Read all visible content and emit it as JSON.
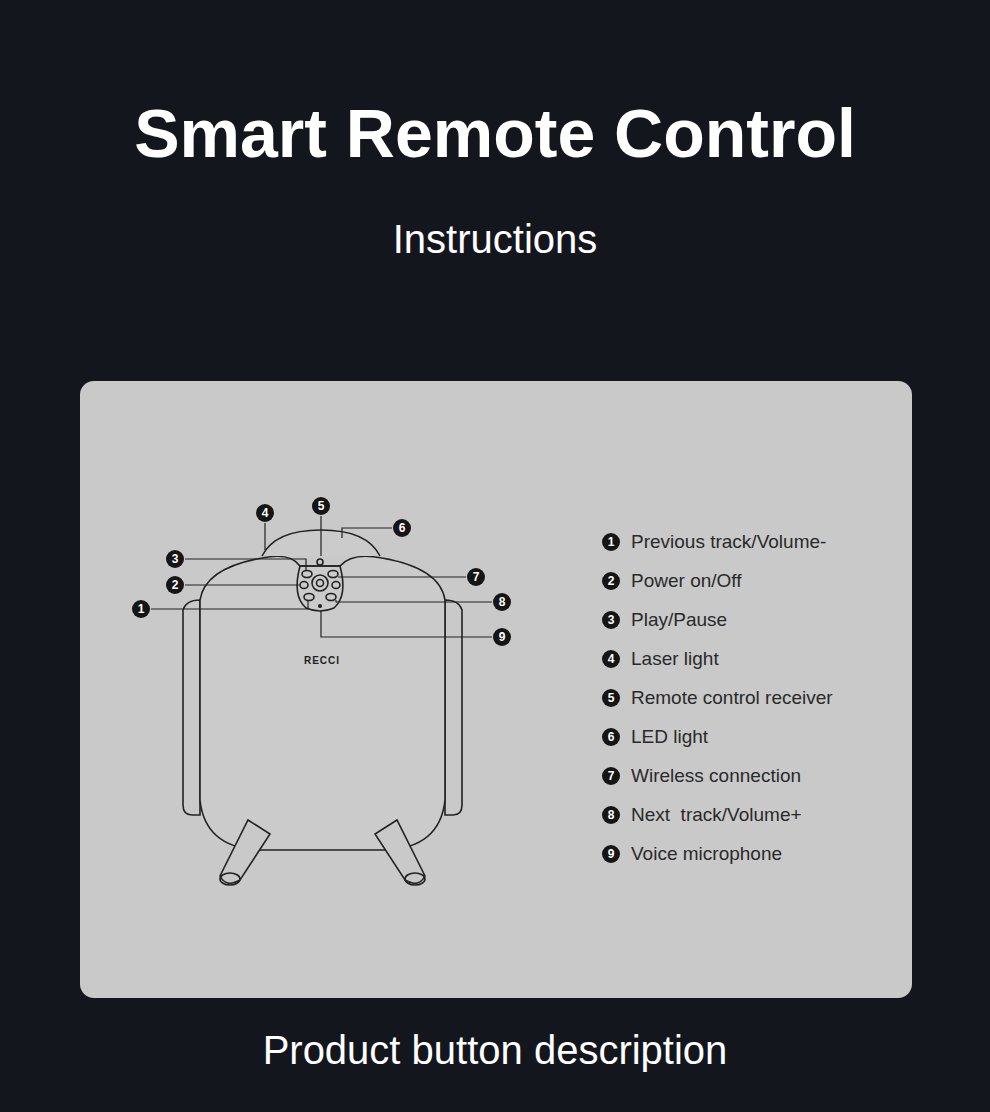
{
  "diagram": {
    "title": "Smart Remote Control",
    "caption": "Product button description",
    "labels": [
      "Instructions",
      "4",
      "5",
      "6",
      "3",
      "2",
      "7",
      "1",
      "8",
      "9",
      "RECCI",
      "1",
      "Previous track/Volume-",
      "2",
      "Power on/Off",
      "3",
      "Play/Pause",
      "4",
      "Laser light",
      "5",
      "Remote control receiver",
      "6",
      "LED light",
      "7",
      "Wireless connection",
      "8",
      "Next  track/Volume+",
      "9",
      "Voice microphone"
    ]
  }
}
